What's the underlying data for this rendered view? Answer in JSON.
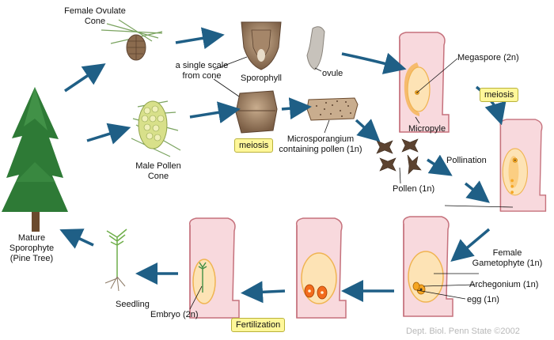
{
  "labels": {
    "female_cone": "Female Ovulate\nCone",
    "single_scale": "a single scale\nfrom cone",
    "sporophyll": "Sporophyll",
    "ovule": "ovule",
    "megaspore": "Megaspore (2n)",
    "micropyle": "Micropyle",
    "male_cone": "Male Pollen\nCone",
    "microsporangium": "Microsporangium\ncontaining pollen (1n)",
    "pollination": "Pollination",
    "pollen": "Pollen (1n)",
    "mature_sporophyte": "Mature\nSporophyte\n(Pine Tree)",
    "seedling": "Seedling",
    "embryo": "Embryo (2n)",
    "female_gametophyte": "Female\nGametophyte (1n)",
    "archegonium": "Archegonium (1n)",
    "egg": "egg (1n)"
  },
  "highlights": {
    "meiosis_top": "meiosis",
    "meiosis_left": "meiosis",
    "fertilization": "Fertilization"
  },
  "credit": "Dept. Biol. Penn State ©2002",
  "colors": {
    "arrow": "#1f5f86",
    "ovule_pink": "#f8d9dd",
    "ovule_outline": "#c5717c",
    "gametophyte_orange": "#f5a623",
    "tree_green": "#2e7a36",
    "highlight": "#fff79a"
  }
}
